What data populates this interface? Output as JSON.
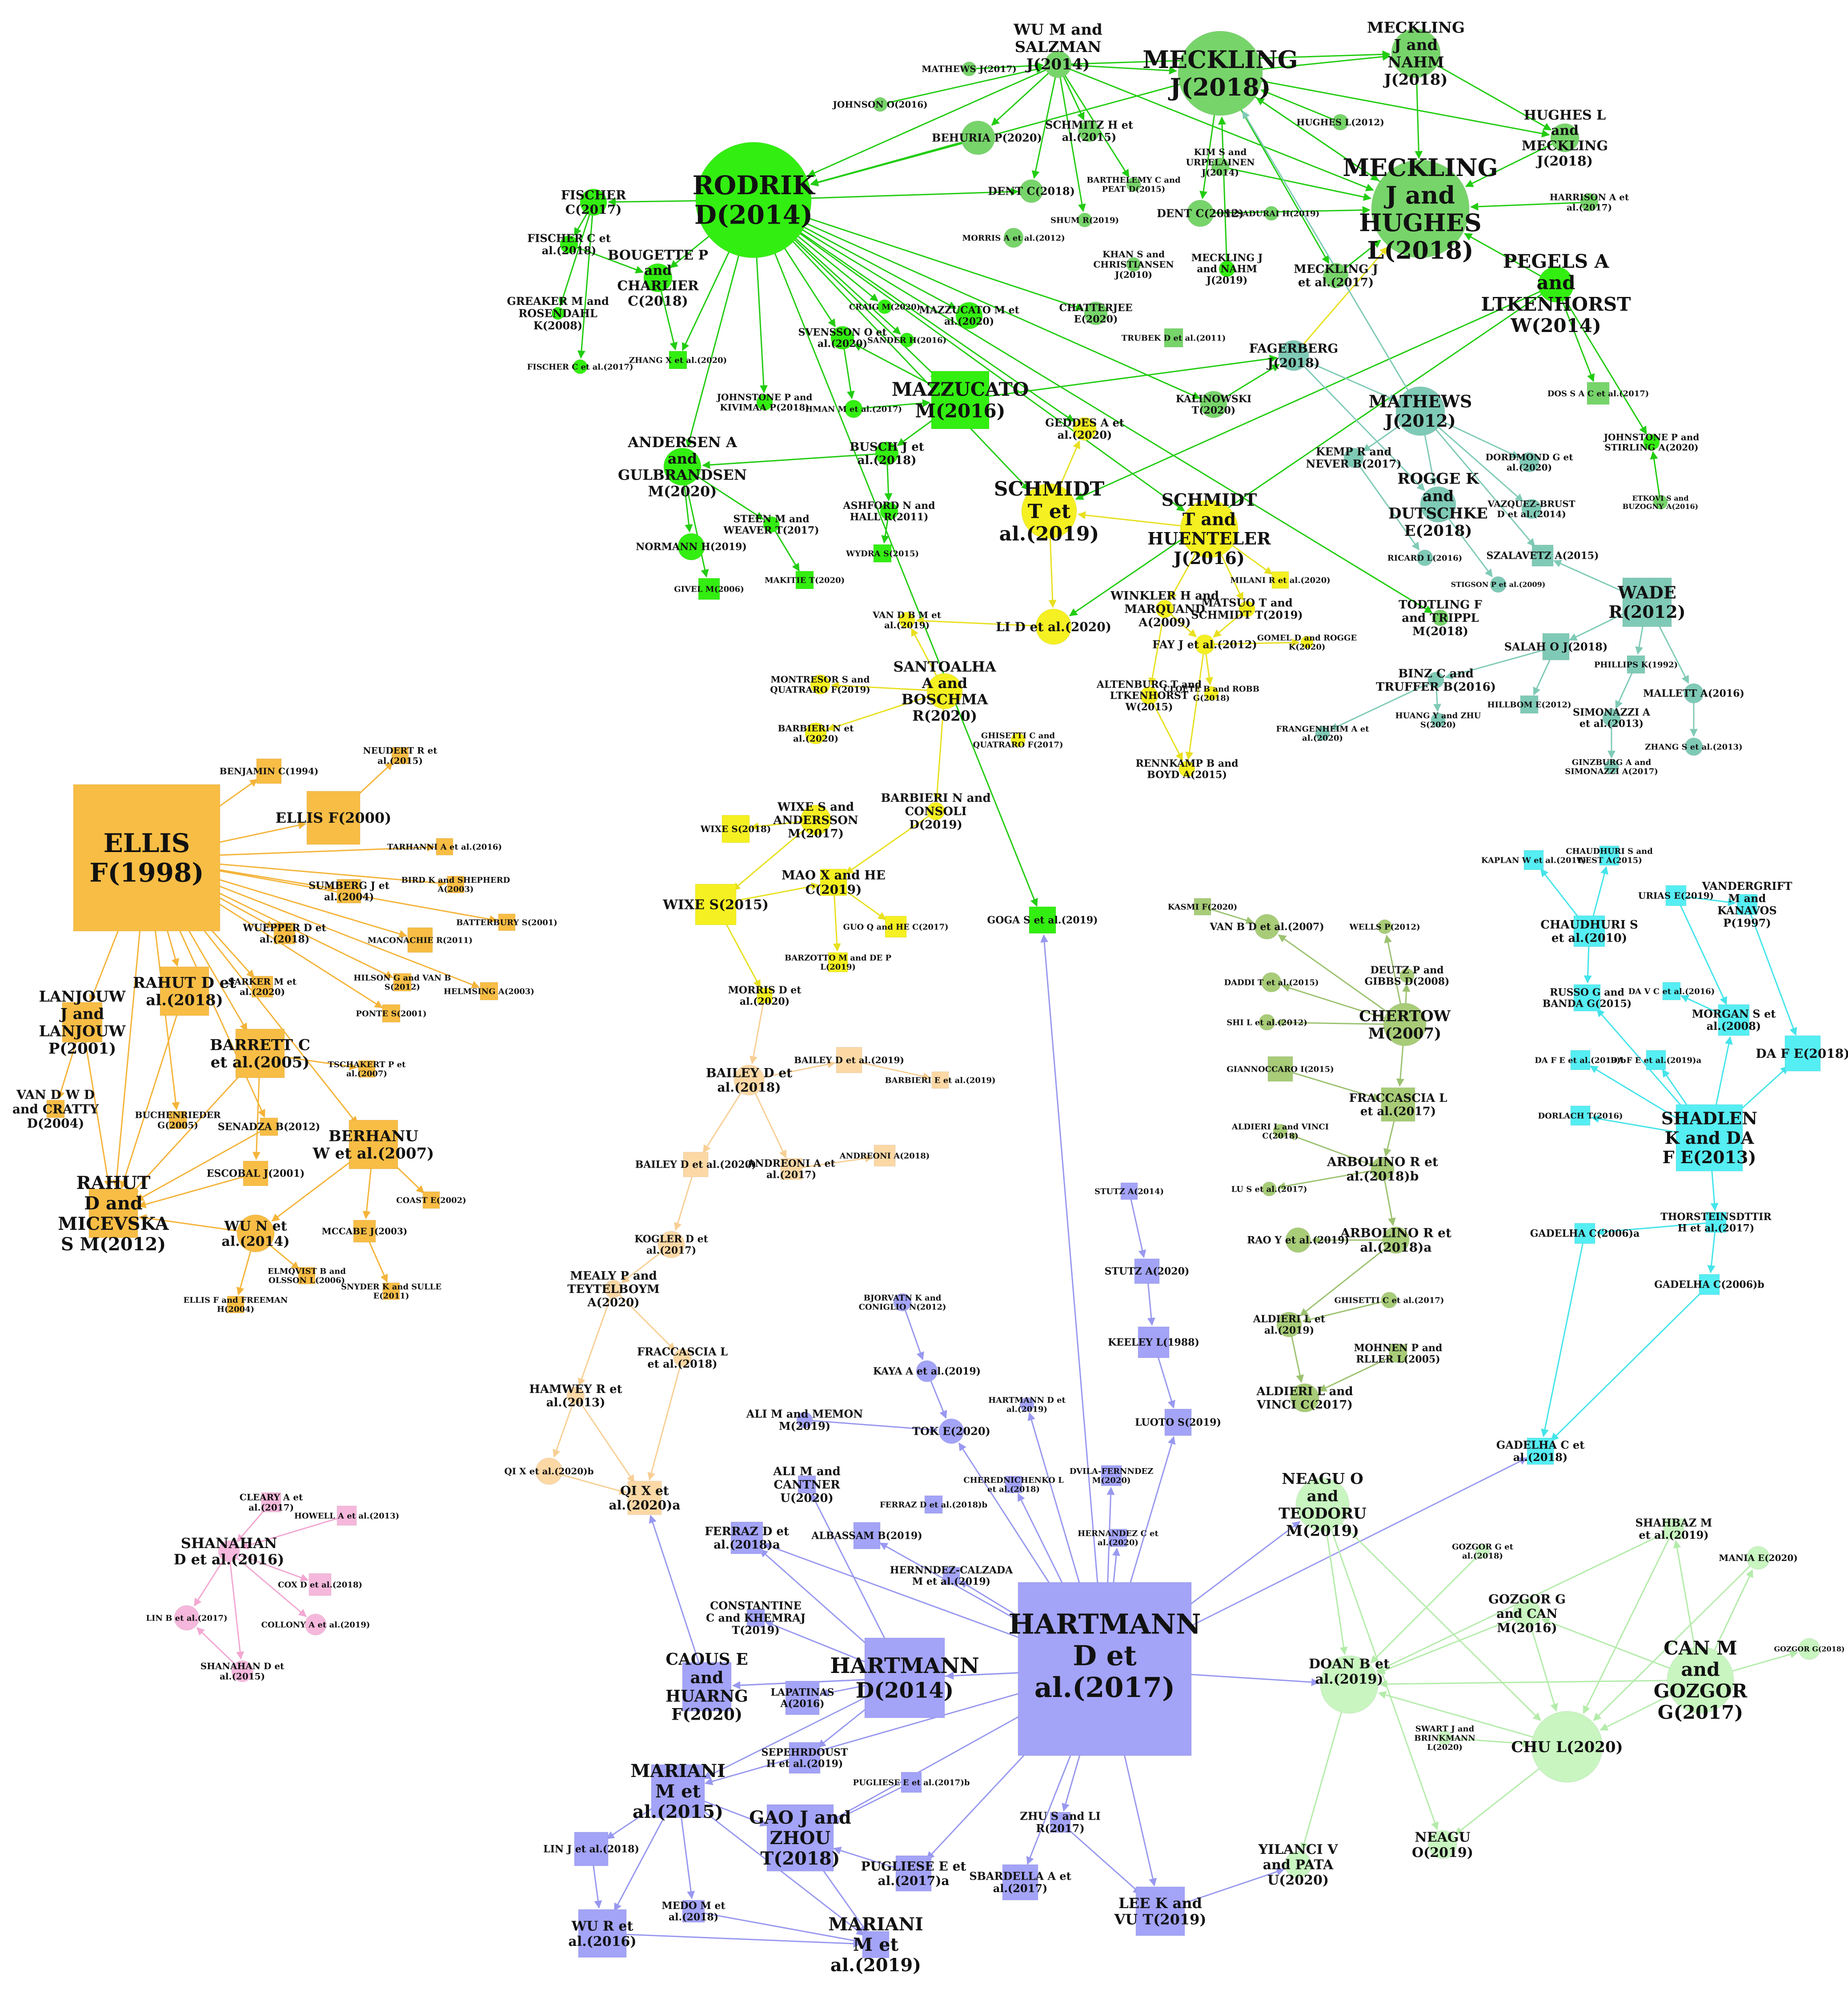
{
  "clusters": {
    "green": "#33ee11",
    "green_light": "#77d46a",
    "teal": "#7fcab6",
    "yellow": "#f5f021",
    "orange": "#f8bd45",
    "peach": "#fcd8a5",
    "pink": "#f5b8dc",
    "blue": "#a3a3f8",
    "olive": "#a8cc78",
    "cyan": "#55eef3",
    "mint": "#c8f5c0"
  },
  "nodes": {
    "rodrik": "RODRIK D(2014)",
    "wu_salzman": "WU M and SALZMAN J(2014)",
    "meckling2018": "MECKLING J(2018)",
    "meckling_nahm2018": "MECKLING J and NAHM J(2018)",
    "hughes_meckling": "HUGHES L and MECKLING J(2018)",
    "meckling_hughes": "MECKLING J and HUGHES L(2018)",
    "pegels": "PEGELS A and LTKENHORST W(2014)",
    "mathews2017": "MATHEWS J(2017)",
    "johnson": "JOHNSON O(2016)",
    "behuria": "BEHURIA P(2020)",
    "schmitz": "SCHMITZ H et al.(2015)",
    "hughes2012": "HUGHES L(2012)",
    "kim": "KIM S and URPELAINEN J(2014)",
    "harrison": "HARRISON A et al.(2017)",
    "fischer2017": "FISCHER C(2017)",
    "fischer2018": "FISCHER C et al.(2018)",
    "bougette": "BOUGETTE P and CHARLIER C(2018)",
    "greaker": "GREAKER M and ROSENDAHL K(2008)",
    "fischer2017b": "FISCHER C et al.(2017)",
    "zhang_x": "ZHANG X et al.(2020)",
    "dent2018": "DENT C(2018)",
    "barthelemy": "BARTHELEMY C and PEAT D(2015)",
    "shum": "SHUM R(2019)",
    "morris2012": "MORRIS A et al.(2012)",
    "dent2012": "DENT C(2012)",
    "nesadurai": "NESADURAI H(2019)",
    "khan": "KHAN S and CHRISTIANSEN J(2010)",
    "meckling_nahm2019": "MECKLING J and NAHM J(2019)",
    "meckling2017": "MECKLING J et al.(2017)",
    "chatterjee": "CHATTERJEE E(2020)",
    "trubek": "TRUBEK D et al.(2011)",
    "craig": "CRAIG M(2020)",
    "mazzucato2020": "MAZZUCATO M et al.(2020)",
    "svensson": "SVENSSON O et al.(2020)",
    "sander": "SANDER H(2016)",
    "mazzucato2016": "MAZZUCATO M(2016)",
    "johnstone_kivimaa": "JOHNSTONE P and KIVIMAA P(2018)",
    "hman": "HMAN M et al.(2017)",
    "fagerberg": "FAGERBERG J(2018)",
    "kalinowski": "KALINOWSKI T(2020)",
    "mathews2012": "MATHEWS J(2012)",
    "dos": "DOS S A C et al.(2017)",
    "johnstone_stirling": "JOHNSTONE P and STIRLING A(2020)",
    "etkovi": "ETKOVI S and BUZOGNY A(2016)",
    "geddes": "GEDDES A et al.(2020)",
    "schmidt2019": "SCHMIDT T et al.(2019)",
    "schmidt_huenteler": "SCHMIDT T and HUENTELER J(2016)",
    "kemp": "KEMP R and NEVER B(2017)",
    "dordmond": "DORDMOND G et al.(2020)",
    "rogge": "ROGGE K and DUTSCHKE E(2018)",
    "vazquez": "VAZQUEZ-BRUST D et al.(2014)",
    "andersen": "ANDERSEN A and GULBRANDSEN M(2020)",
    "busch": "BUSCH J et al.(2018)",
    "ashford": "ASHFORD N and HALL R(2011)",
    "steen": "STEEN M and WEAVER T(2017)",
    "normann": "NORMANN H(2019)",
    "wydra": "WYDRA S(2015)",
    "makitie": "MAKITIE T(2020)",
    "givel": "GIVEL M(2006)",
    "ricard": "RICARD L(2016)",
    "szalavetz": "SZALAVETZ A(2015)",
    "stigson": "STIGSON P et al.(2009)",
    "milani": "MILANI R et al.(2020)",
    "winkler": "WINKLER H and MARQUAND A(2009)",
    "matsuo": "MATSUO T and SCHMIDT T(2019)",
    "todtling": "TODTLING F and TRIPPL M(2018)",
    "wade": "WADE R(2012)",
    "van_d_b": "VAN D B M et al.(2019)",
    "li_d": "LI D et al.(2020)",
    "fay": "FAY J et al.(2012)",
    "gomel": "GOMEL D and ROGGE K(2020)",
    "salah": "SALAH O J(2018)",
    "binz": "BINZ C and TRUFFER B(2016)",
    "phillips": "PHILLIPS K(1992)",
    "montresor": "MONTRESOR S and QUATRARO F(2019)",
    "santoalha": "SANTOALHA A and BOSCHMA R(2020)",
    "altenburg": "ALTENBURG T and LTKENHORST W(2015)",
    "cloete": "CLOETE B and ROBB G(2018)",
    "mallett": "MALLETT A(2016)",
    "hillbom": "HILLBOM E(2012)",
    "huang": "HUANG Y and ZHU S(2020)",
    "simonazzi": "SIMONAZZI A et al.(2013)",
    "frangenheim": "FRANGENHEIM A et al.(2020)",
    "zhang_s": "ZHANG S et al.(2013)",
    "ghisetti2017": "GHISETTI C and QUATRARO F(2017)",
    "barbieri2020": "BARBIERI N et al.(2020)",
    "rennkamp": "RENNKAMP B and BOYD A(2015)",
    "ginzburg": "GINZBURG A and SIMONAZZI A(2017)",
    "benjamin": "BENJAMIN C(1994)",
    "neudert": "NEUDERT R et al.(2015)",
    "ellis1998": "ELLIS F(1998)",
    "ellis2000": "ELLIS F(2000)",
    "tarhanni": "TARHANNI A et al.(2016)",
    "bird": "BIRD K and SHEPHERD A(2003)",
    "sumberg": "SUMBERG J et al.(2004)",
    "batterbury": "BATTERBURY S(2001)",
    "wuepper": "WUEPPER D et al.(2018)",
    "maconachie": "MACONACHIE R(2011)",
    "lanjouw": "LANJOUW J and LANJOUW P(2001)",
    "rahut2018": "RAHUT D et al.(2018)",
    "sarker": "SARKER M et al.(2020)",
    "hilson": "HILSON G and VAN B S(2012)",
    "helmsing": "HELMSING A(2003)",
    "ponte": "PONTE S(2001)",
    "barrett": "BARRETT C et al.(2005)",
    "tschakert": "TSCHAKERT P et al.(2007)",
    "van_d_w_d": "VAN D W D and CRATTY D(2004)",
    "buchenrieder": "BUCHENRIEDER G(2005)",
    "senadza": "SENADZA B(2012)",
    "berhanu": "BERHANU W et al.(2007)",
    "rahut2012": "RAHUT D and MICEVSKA S M(2012)",
    "escobal": "ESCOBAL J(2001)",
    "coast": "COAST E(2002)",
    "wu_n": "WU N et al.(2014)",
    "mccabe": "MCCABE J(2003)",
    "elmqvist": "ELMQVIST B and OLSSON L(2006)",
    "snyder": "SNYDER K and SULLE E(2011)",
    "ellis_freeman": "ELLIS F and FREEMAN H(2004)",
    "wixe2018": "WIXE S(2018)",
    "wixe_andersson": "WIXE S and ANDERSSON M(2017)",
    "barbieri_consoli": "BARBIERI N and CONSOLI D(2019)",
    "wixe2015": "WIXE S(2015)",
    "mao": "MAO X and HE C(2019)",
    "guo": "GUO Q and HE C(2017)",
    "barzotto": "BARZOTTO M and DE P L(2019)",
    "morris2020": "MORRIS D et al.(2020)",
    "goga": "GOGA S et al.(2019)",
    "bailey2019": "BAILEY D et al.(2019)",
    "bailey2018": "BAILEY D et al.(2018)",
    "barbieri2019": "BARBIERI E et al.(2019)",
    "bailey2020": "BAILEY D et al.(2020)",
    "andreoni2017": "ANDREONI A et al.(2017)",
    "andreoni2018": "ANDREONI A(2018)",
    "kogler": "KOGLER D et al.(2017)",
    "mealy": "MEALY P and TEYTELBOYM A(2020)",
    "fraccascia2018": "FRACCASCIA L et al.(2018)",
    "hamwey": "HAMWEY R et al.(2013)",
    "qi_b": "QI X et al.(2020)b",
    "qi_a": "QI X et al.(2020)a",
    "cleary": "CLEARY A et al.(2017)",
    "howell": "HOWELL A et al.(2013)",
    "shanahan2016": "SHANAHAN D et al.(2016)",
    "cox": "COX D et al.(2018)",
    "lin_b": "LIN B et al.(2017)",
    "collony": "COLLONY A et al.(2019)",
    "shanahan2015": "SHANAHAN D et al.(2015)",
    "bjorvatn": "BJORVATN K and CONIGLIO N(2012)",
    "kaya": "KAYA A et al.(2019)",
    "ali_memon": "ALI M and MEMON M(2019)",
    "hartmann2019": "HARTMANN D et al.(2019)",
    "tok": "TOK E(2020)",
    "ali_cantner": "ALI M and CANTNER U(2020)",
    "ferraz2018b": "FERRAZ D et al.(2018)b",
    "cherednichenko": "CHEREDNICHENKO L et al.(2018)",
    "dvila": "DVILA-FERNNDEZ M(2020)",
    "ferraz2018a": "FERRAZ D et al.(2018)a",
    "albassam": "ALBASSAM B(2019)",
    "hernandez": "HERNANDEZ C et al.(2020)",
    "hernndez_calzada": "HERNNDEZ-CALZADA M et al.(2019)",
    "constantine": "CONSTANTINE C and KHEMRAJ T(2019)",
    "hartmann2014": "HARTMANN D(2014)",
    "hartmann2017": "HARTMANN D et al.(2017)",
    "caous": "CAOUS E and HUARNG F(2020)",
    "lapatinas": "LAPATINAS A(2016)",
    "sepehrdoust": "SEPEHRDOUST H et al.(2019)",
    "mariani2015": "MARIANI M et al.(2015)",
    "gao": "GAO J and ZHOU T(2018)",
    "pugliese_b": "PUGLIESE E et al.(2017)b",
    "zhu": "ZHU S and LI R(2017)",
    "lin_j": "LIN J et al.(2018)",
    "pugliese_a": "PUGLIESE E et al.(2017)a",
    "sbardella": "SBARDELLA A et al.(2017)",
    "lee": "LEE K and VU T(2019)",
    "medo": "MEDO M et al.(2018)",
    "wu_r": "WU R et al.(2016)",
    "mariani2019": "MARIANI M et al.(2019)",
    "stutz2014": "STUTZ A(2014)",
    "stutz2020": "STUTZ A(2020)",
    "keeley": "KEELEY L(1988)",
    "luoto": "LUOTO S(2019)",
    "kasmi": "KASMI F(2020)",
    "van_b_d": "VAN B D et al.(2007)",
    "wells": "WELLS P(2012)",
    "deutz": "DEUTZ P and GIBBS D(2008)",
    "daddi": "DADDI T et al.(2015)",
    "chertow": "CHERTOW M(2007)",
    "shi": "SHI L et al.(2012)",
    "giannoccaro": "GIANNOCCARO I(2015)",
    "fraccascia2017": "FRACCASCIA L et al.(2017)",
    "aldieri_vinci2018": "ALDIERI L and VINCI C(2018)",
    "arbolino_b": "ARBOLINO R et al.(2018)b",
    "lu": "LU S et al.(2017)",
    "rao": "RAO Y et al.(2019)",
    "arbolino_a": "ARBOLINO R et al.(2018)a",
    "ghisetti2017b": "GHISETTI C et al.(2017)",
    "aldieri2019": "ALDIERI L et al.(2019)",
    "mohnen": "MOHNEN P and RLLER L(2005)",
    "aldieri_vinci2017": "ALDIERI L and VINCI C(2017)",
    "kaplan": "KAPLAN W et al.(2011)",
    "chaudhuri_west": "CHAUDHURI S and WEST A(2015)",
    "urias": "URIAS E(2019)",
    "vandergrift": "VANDERGRIFT M and KANAVOS P(1997)",
    "chaudhuri2010": "CHAUDHURI S et al.(2010)",
    "russo": "RUSSO G and BANDA G(2015)",
    "da_v_c": "DA V C et al.(2016)",
    "morgan": "MORGAN S et al.(2008)",
    "da_f_e2018": "DA F E(2018)",
    "da_f_e2019b": "DA F E et al.(2019)b",
    "da_f_e2019a": "DA F E et al.(2019)a",
    "dorlach": "DORLACH T(2016)",
    "shadlen": "SHADLEN K and DA F E(2013)",
    "thorsteinsdottir": "THORSTEINSDTTIR H et al.(2017)",
    "gadelha_a": "GADELHA C(2006)a",
    "gadelha_b": "GADELHA C(2006)b",
    "gadelha2018": "GADELHA C et al.(2018)",
    "neagu_teodoru": "NEAGU O and TEODORU M(2019)",
    "shahbaz": "SHAHBAZ M et al.(2019)",
    "gozgor2018": "GOZGOR G et al.(2018)",
    "mania": "MANIA E(2020)",
    "gozgor_can": "GOZGOR G and CAN M(2016)",
    "can_gozgor": "CAN M and GOZGOR G(2017)",
    "gozgor_g2018": "GOZGOR G(2018)",
    "doan": "DOAN B et al.(2019)",
    "swart": "SWART J and BRINKMANN L(2020)",
    "chu": "CHU L(2020)",
    "neagu2019": "NEAGU O(2019)",
    "yilanci": "YILANCI V and PATA U(2020)"
  }
}
